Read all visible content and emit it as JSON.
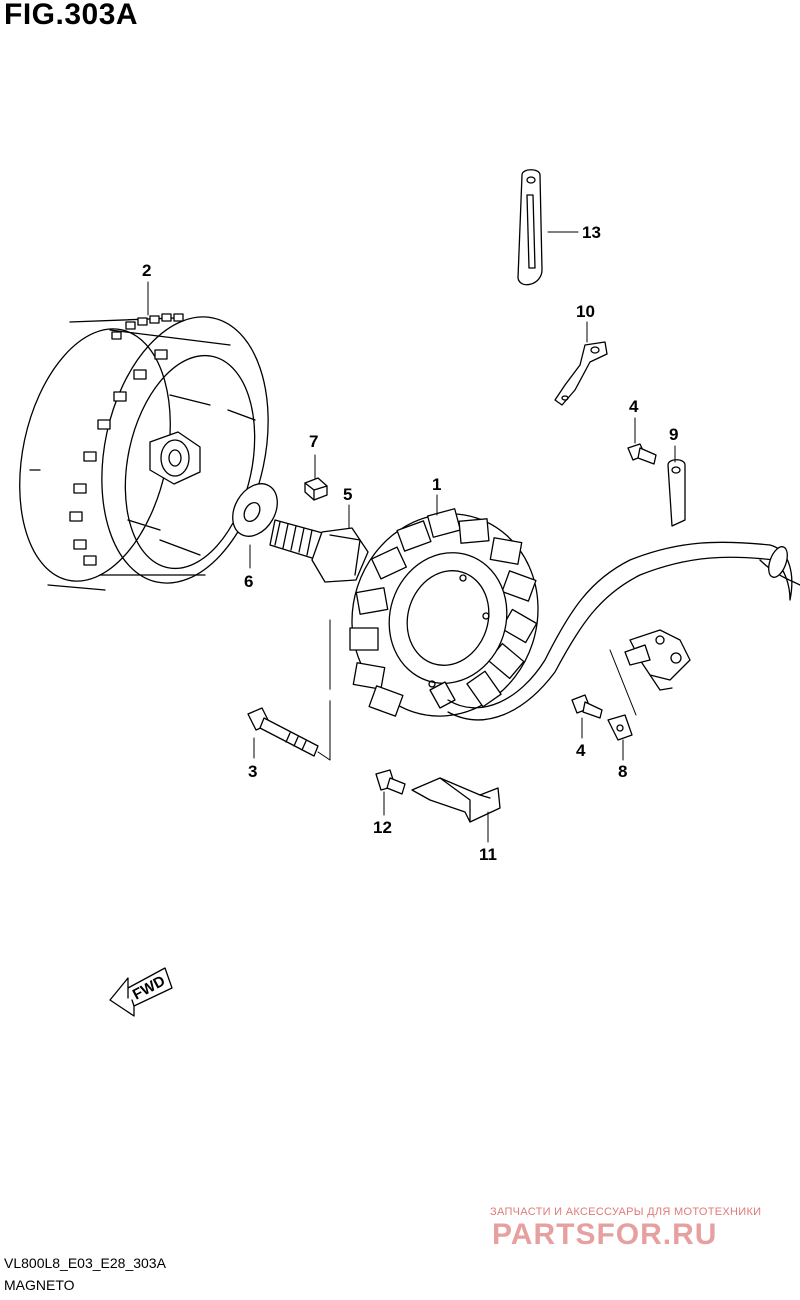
{
  "figure": {
    "title": "FIG.303A"
  },
  "footer": {
    "code": "VL800L8_E03_E28_303A",
    "name": "MAGNETO"
  },
  "watermark": {
    "tagline": "ЗАПЧАСТИ И АКСЕССУАРЫ ДЛЯ МОТОТЕХНИКИ",
    "brand": "PARTSFOR.RU"
  },
  "direction_arrow": {
    "label": "FWD"
  },
  "callouts": [
    {
      "number": "1"
    },
    {
      "number": "2"
    },
    {
      "number": "3"
    },
    {
      "number": "4"
    },
    {
      "number": "4"
    },
    {
      "number": "5"
    },
    {
      "number": "6"
    },
    {
      "number": "7"
    },
    {
      "number": "8"
    },
    {
      "number": "9"
    },
    {
      "number": "10"
    },
    {
      "number": "11"
    },
    {
      "number": "12"
    },
    {
      "number": "13"
    }
  ]
}
